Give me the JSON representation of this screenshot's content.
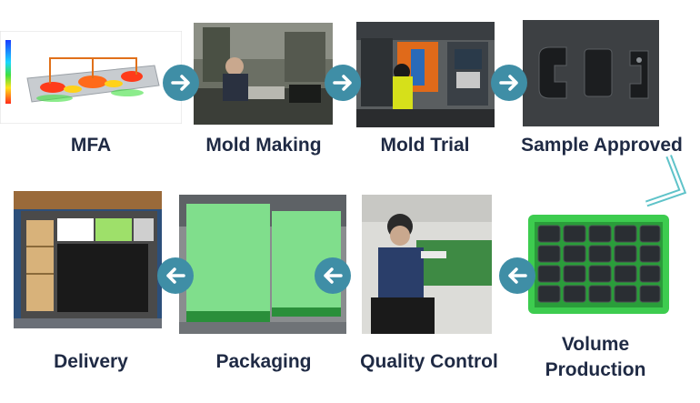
{
  "steps": [
    {
      "label": "MFA",
      "icon": "mold-flow-analysis-image"
    },
    {
      "label": "Mold Making",
      "icon": "mold-making-image"
    },
    {
      "label": "Mold Trial",
      "icon": "mold-trial-image"
    },
    {
      "label": "Sample Approved",
      "icon": "sample-parts-image"
    },
    {
      "label": "Volume\nProduction",
      "icon": "volume-production-image"
    },
    {
      "label": "Quality Control",
      "icon": "quality-control-image"
    },
    {
      "label": "Packaging",
      "icon": "packaging-image"
    },
    {
      "label": "Delivery",
      "icon": "delivery-truck-image"
    }
  ],
  "colors": {
    "arrow": "#3f8ea6",
    "label": "#1f2a44",
    "connector": "#5fc3c9",
    "crate_green": "#3dcc4f"
  },
  "arrows": {
    "right": "arrow-right-icon",
    "left": "arrow-left-icon",
    "down": "chevron-down-icon"
  }
}
